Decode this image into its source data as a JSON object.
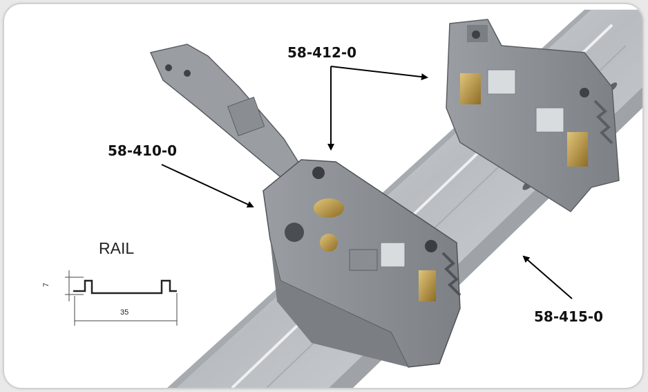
{
  "labels": {
    "top_part": "58-412-0",
    "left_part": "58-410-0",
    "rail_part": "58-415-0"
  },
  "rail_profile": {
    "title": "RAIL",
    "height_dim": "7",
    "width_dim": "35"
  },
  "colors": {
    "housing": "#8d9196",
    "housing_dark": "#6e7277",
    "rail": "#c9cdd1",
    "brass": "#b89442"
  }
}
